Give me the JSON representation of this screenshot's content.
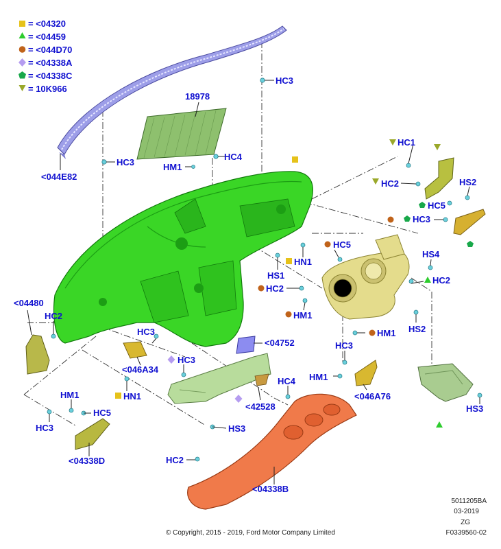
{
  "legend": [
    {
      "shape": "square",
      "color": "#e6c21a",
      "text": "= <04320"
    },
    {
      "shape": "triangle-up",
      "color": "#2ecc2e",
      "text": "= <04459"
    },
    {
      "shape": "circle",
      "color": "#c0631a",
      "text": "= <044D70"
    },
    {
      "shape": "diamond",
      "color": "#b59cf0",
      "text": "= <04338A"
    },
    {
      "shape": "pentagon",
      "color": "#18a84a",
      "text": "= <04338C"
    },
    {
      "shape": "triangle-down",
      "color": "#9aa82a",
      "text": "= 10K966"
    }
  ],
  "labels": {
    "hc3_top": "HC3",
    "part_18978": "18978",
    "hc3_left_top": "HC3",
    "hm1_top": "HM1",
    "hc4_top": "HC4",
    "part_044E82": "<044E82",
    "hc1": "HC1",
    "hc2_right_top": "HC2",
    "hs2_right_top": "HS2",
    "hc5_right": "HC5",
    "hc3_right": "HC3",
    "hc5_mid": "HC5",
    "hn1_mid": "HN1",
    "hs1": "HS1",
    "hs4": "HS4",
    "hc2_mid_right": "HC2",
    "hc2_mid": "HC2",
    "hm1_mid": "HM1",
    "hs2_mid": "HS2",
    "hm1_mid_right": "HM1",
    "part_04480": "<04480",
    "hc2_left": "HC2",
    "hc3_center_left": "HC3",
    "part_04752": "<04752",
    "part_046A34": "<046A34",
    "hc3_center": "HC3",
    "hc3_lower_mid": "HC3",
    "hm1_lower_mid": "HM1",
    "part_046A76": "<046A76",
    "hn1_lower": "HN1",
    "hc4_lower": "HC4",
    "hm1_lower_left": "HM1",
    "hc5_lower_left": "HC5",
    "hc3_lower_left": "HC3",
    "part_42528": "<42528",
    "hs3_center": "HS3",
    "hs3_right": "HS3",
    "part_04338D": "<04338D",
    "hc2_bottom": "HC2",
    "part_04338B": "<04338B"
  },
  "footer": {
    "copyright": "© Copyright, 2015 - 2019, Ford Motor Company Limited",
    "code1": "5011205BA",
    "code2": "03-2019",
    "code3": "ZG",
    "code4": "F0339560-02"
  }
}
